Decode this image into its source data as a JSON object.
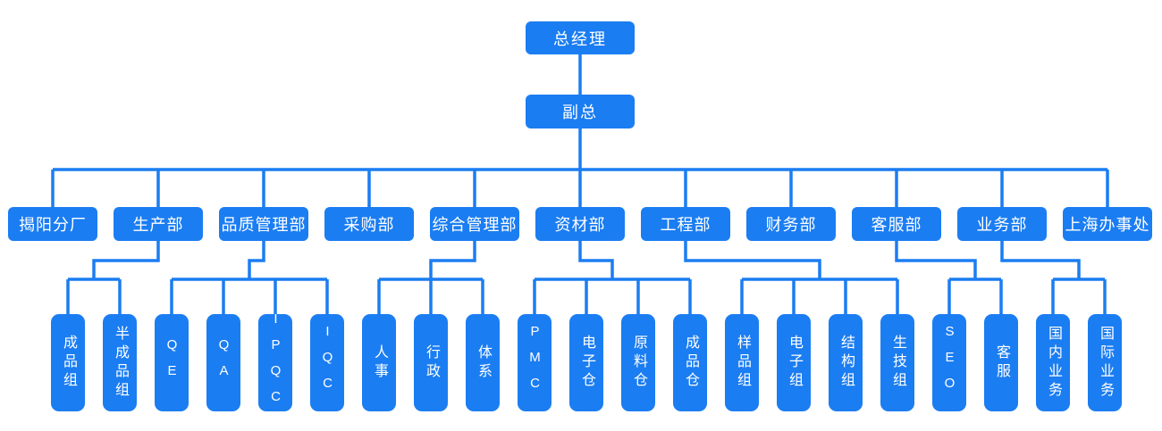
{
  "colors": {
    "node_fill": "#1b7df2",
    "connector_line": "#1b7df2",
    "node_text": "#ffffff",
    "background": "#ffffff"
  },
  "org": {
    "root": {
      "label": "总经理"
    },
    "deputy": {
      "label": "副总"
    },
    "departments": [
      {
        "label": "揭阳分厂",
        "children": []
      },
      {
        "label": "生产部",
        "children": [
          {
            "label": "成品组"
          },
          {
            "label": "半成品组"
          }
        ]
      },
      {
        "label": "品质管理部",
        "children": [
          {
            "label": "QE"
          },
          {
            "label": "QA"
          },
          {
            "label": "IPQC"
          },
          {
            "label": "IQC"
          }
        ]
      },
      {
        "label": "采购部",
        "children": []
      },
      {
        "label": "综合管理部",
        "children": [
          {
            "label": "人事"
          },
          {
            "label": "行政"
          },
          {
            "label": "体系"
          }
        ]
      },
      {
        "label": "资材部",
        "children": [
          {
            "label": "PMC"
          },
          {
            "label": "电子仓"
          },
          {
            "label": "原料仓"
          },
          {
            "label": "成品仓"
          }
        ]
      },
      {
        "label": "工程部",
        "children": [
          {
            "label": "样品组"
          },
          {
            "label": "电子组"
          },
          {
            "label": "结构组"
          },
          {
            "label": "生技组"
          }
        ]
      },
      {
        "label": "财务部",
        "children": []
      },
      {
        "label": "客服部",
        "children": [
          {
            "label": "SEO"
          },
          {
            "label": "客服"
          }
        ]
      },
      {
        "label": "业务部",
        "children": [
          {
            "label": "国内业务"
          },
          {
            "label": "国际业务"
          }
        ]
      },
      {
        "label": "上海办事处",
        "children": []
      }
    ]
  }
}
